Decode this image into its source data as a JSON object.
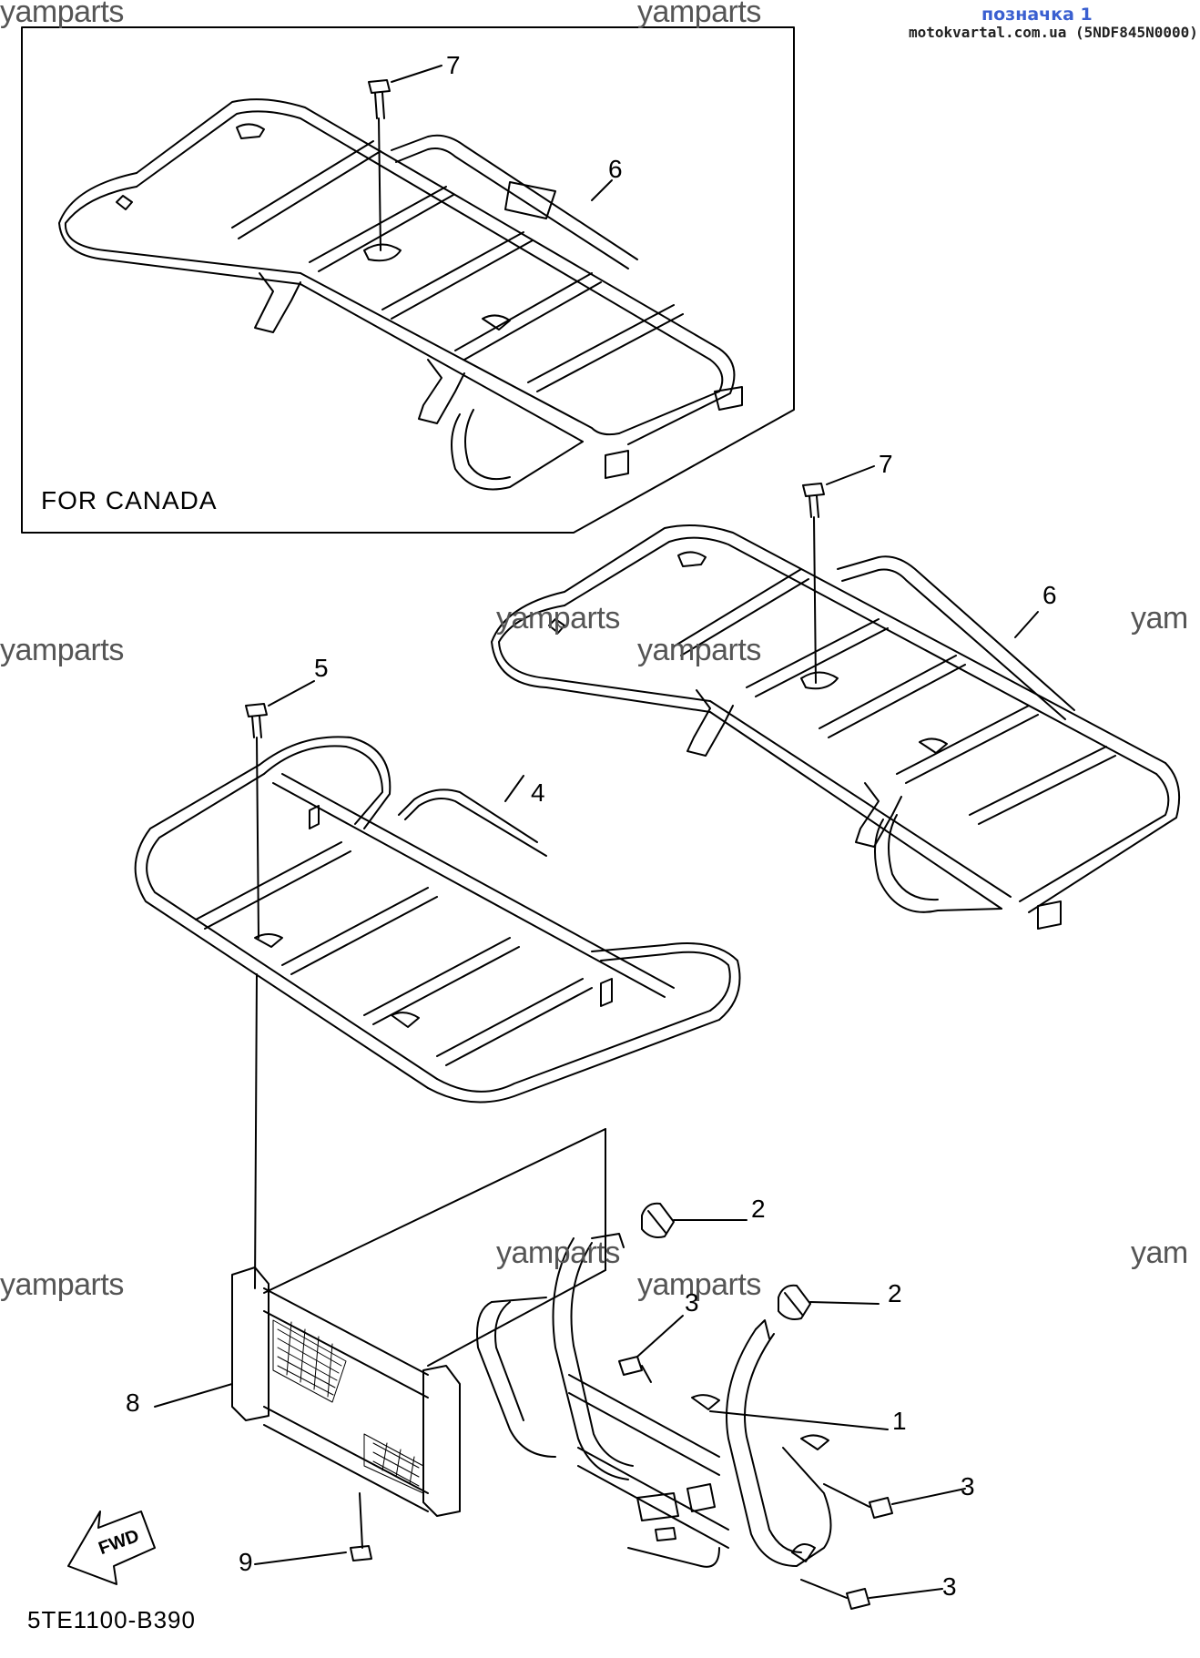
{
  "header": {
    "link_label": "позначка 1",
    "source": "motokvartal.com.ua (5NDF845N0000)"
  },
  "watermark": "yamparts",
  "watermark_partial": "yam",
  "inset_label": "FOR CANADA",
  "diagram_code": "5TE1100-B390",
  "fwd_label": "FWD",
  "callouts": [
    "7",
    "6",
    "7",
    "6",
    "5",
    "4",
    "2",
    "2",
    "3",
    "1",
    "3",
    "3",
    "8",
    "9"
  ],
  "colors": {
    "line": "#000000",
    "watermark": "#555555",
    "link": "#3a5fd0"
  }
}
